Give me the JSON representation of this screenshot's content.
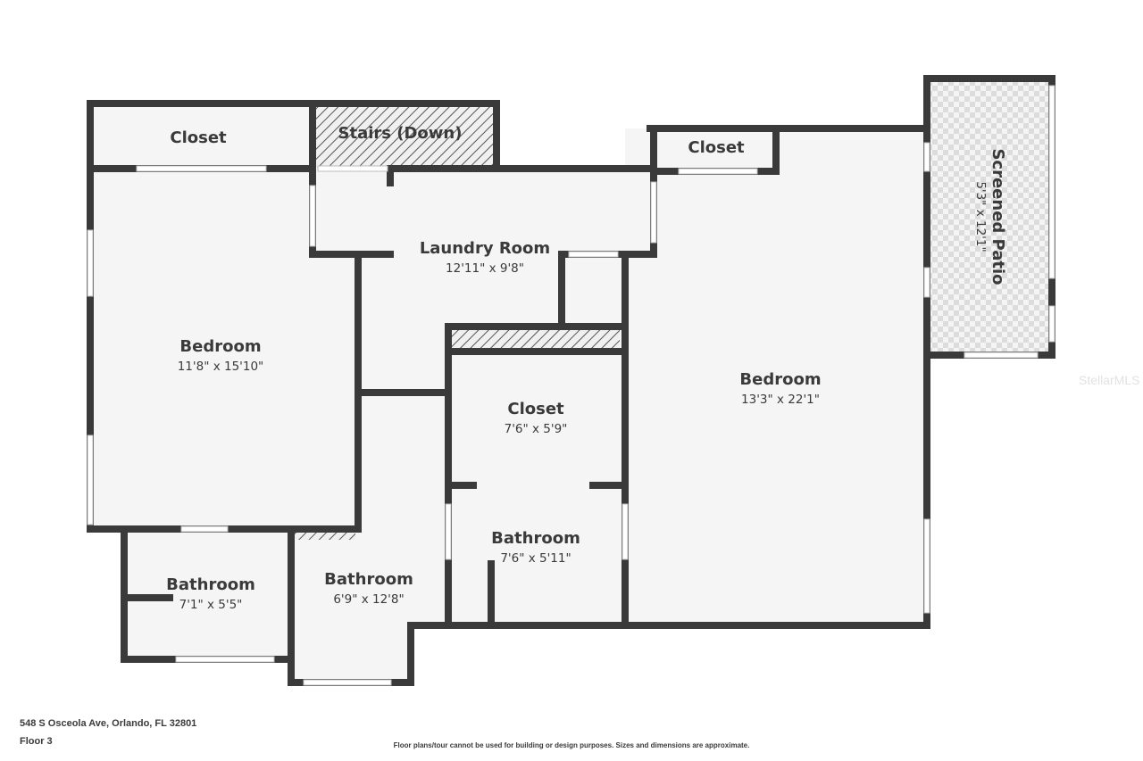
{
  "rooms": {
    "closet_left": {
      "name": "Closet"
    },
    "stairs": {
      "name": "Stairs (Down)"
    },
    "closet_right": {
      "name": "Closet"
    },
    "laundry": {
      "name": "Laundry Room",
      "dims": "12'11\" x 9'8\""
    },
    "bedroom_left": {
      "name": "Bedroom",
      "dims": "11'8\" x 15'10\""
    },
    "closet_center": {
      "name": "Closet",
      "dims": "7'6\" x 5'9\""
    },
    "bathroom_center": {
      "name": "Bathroom",
      "dims": "7'6\" x 5'11\""
    },
    "bedroom_right": {
      "name": "Bedroom",
      "dims": "13'3\" x 22'1\""
    },
    "patio": {
      "name": "Screened Patio",
      "dims": "5'3\" x 12'1\""
    },
    "bathroom_small": {
      "name": "Bathroom",
      "dims": "7'1\" x 5'5\""
    },
    "bathroom_mid": {
      "name": "Bathroom",
      "dims": "6'9\" x 12'8\""
    }
  },
  "footer": {
    "address": "548 S Osceola Ave, Orlando, FL 32801",
    "floor": "Floor 3",
    "disclaimer": "Floor plans/tour cannot be used for building or design purposes. Sizes and dimensions are approximate."
  },
  "watermark": "StellarMLS",
  "colors": {
    "wall": "#3a3a3a",
    "floor": "#f5f5f5",
    "window": "#ffffff"
  }
}
